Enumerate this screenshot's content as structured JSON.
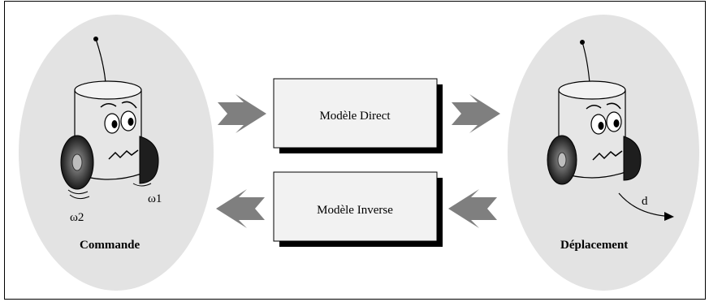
{
  "diagram": {
    "left_robot": {
      "caption": "Commande",
      "omega_left": "ω2",
      "omega_right": "ω1"
    },
    "right_robot": {
      "caption": "Déplacement",
      "distance": "d"
    },
    "boxes": {
      "direct": "Modèle Direct",
      "inverse": "Modèle Inverse"
    },
    "colors": {
      "ellipse": "#e3e3e3",
      "arrow": "#7f7f7f",
      "box_shadow": "#000000",
      "wheel": "#1e1e1e"
    }
  }
}
